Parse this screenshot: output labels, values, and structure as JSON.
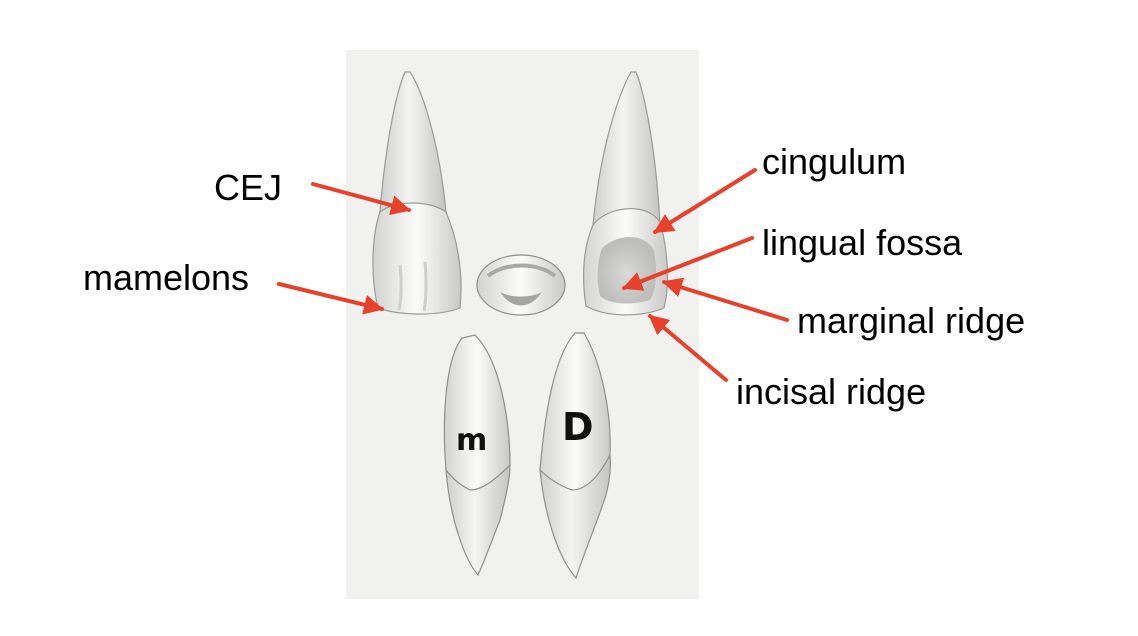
{
  "labels": {
    "cej": "CEJ",
    "mamelons": "mamelons",
    "cingulum": "cingulum",
    "lingual_fossa": "lingual fossa",
    "marginal_ridge": "marginal ridge",
    "incisal_ridge": "incisal ridge"
  },
  "tooth_marks": {
    "mesial": "m",
    "distal": "D"
  },
  "colors": {
    "arrow": "#e8412b",
    "plate": "#f1f1f0",
    "tooth_fill": "#e6e6e4",
    "tooth_shade": "#bdbdbb"
  }
}
